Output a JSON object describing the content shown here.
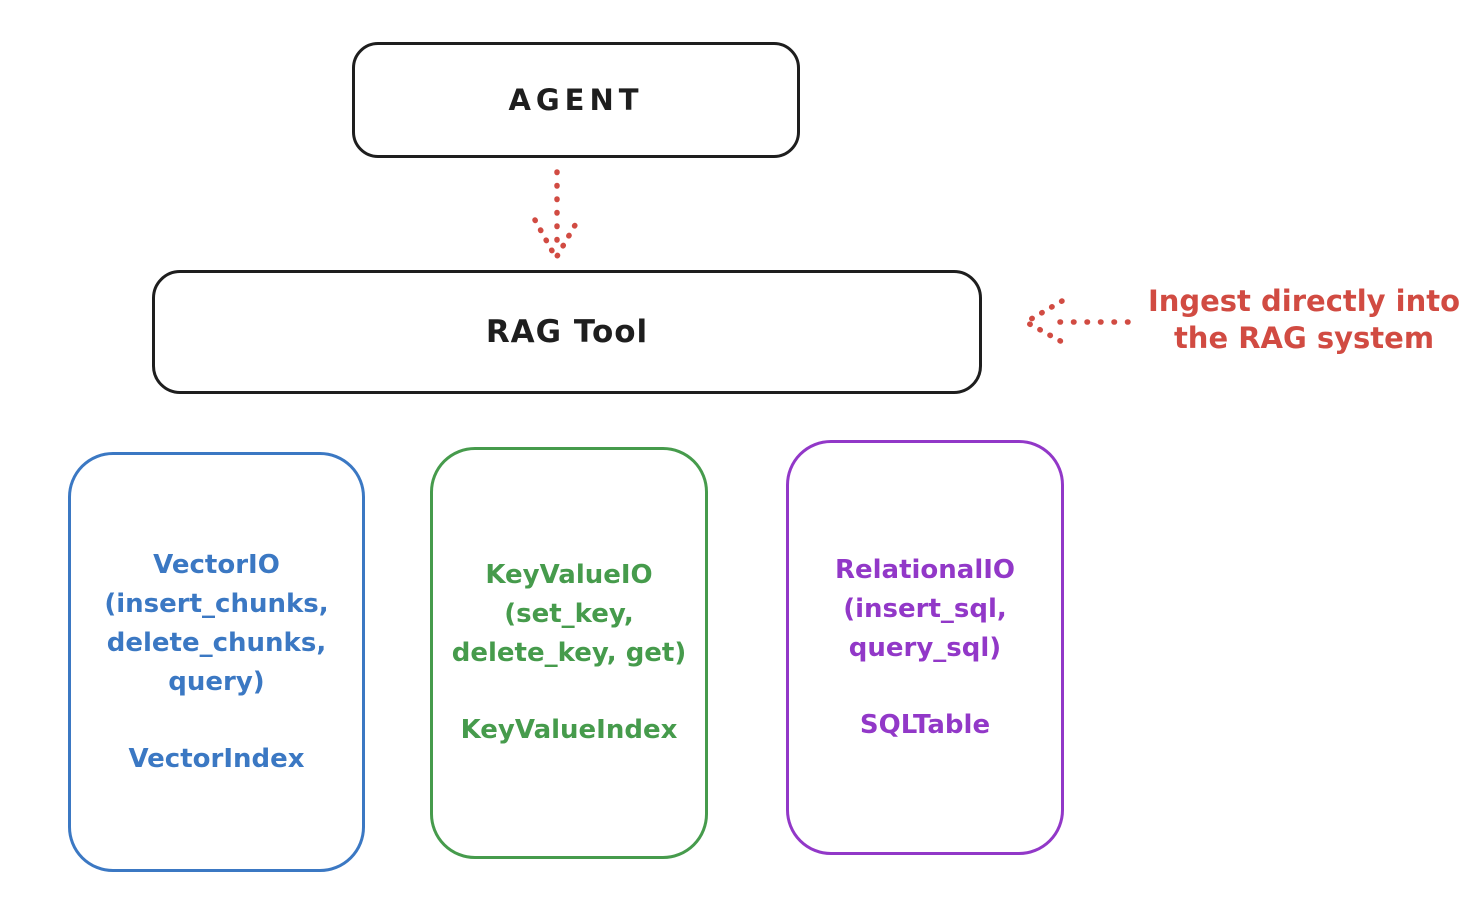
{
  "diagram": {
    "agent": {
      "label": "AGENT"
    },
    "rag_tool": {
      "label": "RAG Tool"
    },
    "annotation": {
      "text": "Ingest directly into\nthe RAG system"
    },
    "backends": [
      {
        "name": "vector-io",
        "io_text": "VectorIO\n(insert_chunks,\ndelete_chunks,\nquery)",
        "index_text": "VectorIndex",
        "color": "#3b78c3"
      },
      {
        "name": "keyvalue-io",
        "io_text": "KeyValueIO\n(set_key,\ndelete_key, get)",
        "index_text": "KeyValueIndex",
        "color": "#469b4c"
      },
      {
        "name": "relational-io",
        "io_text": "RelationalIO\n(insert_sql,\nquery_sql)",
        "index_text": "SQLTable",
        "color": "#9238c8"
      }
    ],
    "arrows": [
      {
        "name": "agent-to-rag-arrow",
        "style": "dotted",
        "direction": "down",
        "color": "#d14b42"
      },
      {
        "name": "annotation-to-rag-arrow",
        "style": "dotted",
        "direction": "left",
        "color": "#d14b42"
      }
    ],
    "colors": {
      "stroke_black": "#1e1e1e",
      "arrow_red": "#d14b42",
      "vector_blue": "#3b78c3",
      "keyvalue_green": "#469b4c",
      "relational_purple": "#9238c8",
      "background": "#ffffff"
    }
  }
}
